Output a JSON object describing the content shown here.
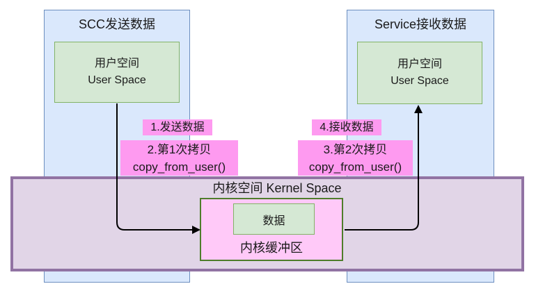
{
  "colors": {
    "blue_fill": "#dae8fc",
    "blue_border": "#6c8ebf",
    "green_fill": "#d5e8d4",
    "green_border": "#82b366",
    "purple_fill": "#e1d5e7",
    "purple_border": "#9173a3",
    "buffer_fill": "#ffc9f8",
    "buffer_border": "#4e7d2b",
    "label_pink": "#fe9af0",
    "text": "#1a1a1a",
    "arrow": "#000000"
  },
  "left_panel": {
    "title": "SCC发送数据",
    "box_zh": "用户空间",
    "box_en": "User Space"
  },
  "right_panel": {
    "title": "Service接收数据",
    "box_zh": "用户空间",
    "box_en": "User Space"
  },
  "labels": {
    "step1": "1.发送数据",
    "step2_line1": "2.第1次拷贝",
    "step2_line2": "copy_from_user()",
    "step3_line1": "3.第2次拷贝",
    "step3_line2": "copy_from_user()",
    "step4": "4.接收数据"
  },
  "kernel": {
    "title": "内核空间 Kernel Space",
    "buffer_label": "内核缓冲区",
    "data_label": "数据"
  }
}
